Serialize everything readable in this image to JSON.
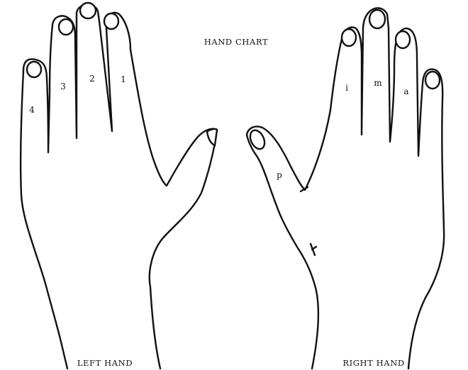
{
  "title": "HAND CHART",
  "left_hand": {
    "caption": "LEFT HAND",
    "fingers": [
      "4",
      "3",
      "2",
      "1"
    ]
  },
  "right_hand": {
    "caption": "RIGHT HAND",
    "fingers": [
      "i",
      "m",
      "a",
      "p"
    ]
  },
  "colors": {
    "ink": "#111111",
    "paper": "#ffffff"
  }
}
